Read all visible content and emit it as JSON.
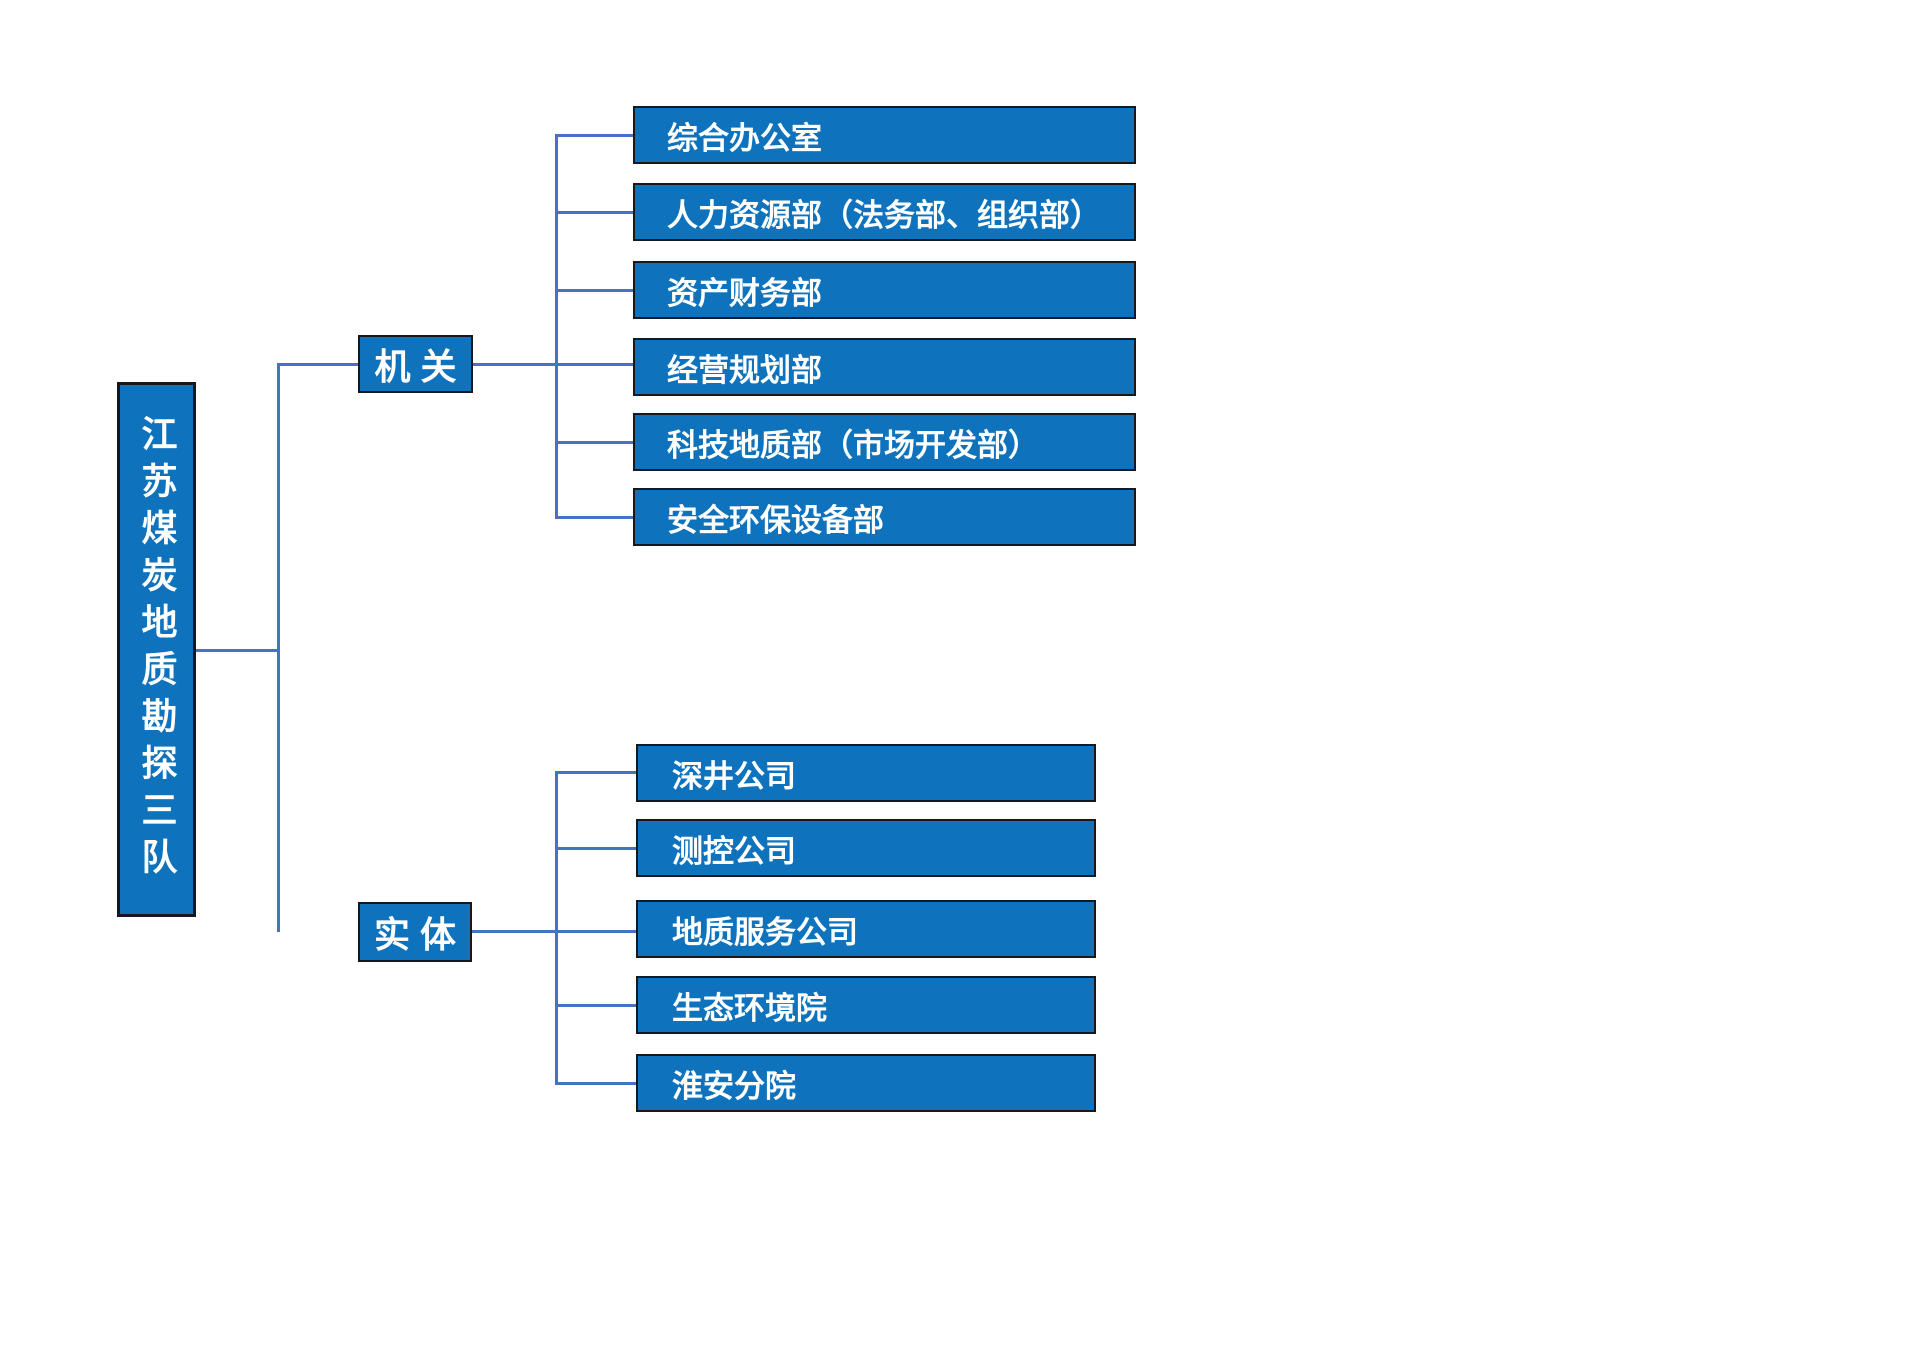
{
  "diagram": {
    "root": {
      "label": "江苏煤炭地质勘探三队"
    },
    "branch_jiguan": {
      "label": "机 关",
      "children": [
        {
          "label": "综合办公室"
        },
        {
          "label": "人力资源部（法务部、组织部）"
        },
        {
          "label": "资产财务部"
        },
        {
          "label": "经营规划部"
        },
        {
          "label": "科技地质部（市场开发部）"
        },
        {
          "label": "安全环保设备部"
        }
      ]
    },
    "branch_shiti": {
      "label": "实 体",
      "children": [
        {
          "label": "深井公司"
        },
        {
          "label": "测控公司"
        },
        {
          "label": "地质服务公司"
        },
        {
          "label": "生态环境院"
        },
        {
          "label": "淮安分院"
        }
      ]
    },
    "colors": {
      "box_fill": "#0E72BC",
      "box_border": "#14191F",
      "connector_line": "#4472C4",
      "text": "#FFFFFF",
      "background": "#FFFFFF"
    }
  }
}
